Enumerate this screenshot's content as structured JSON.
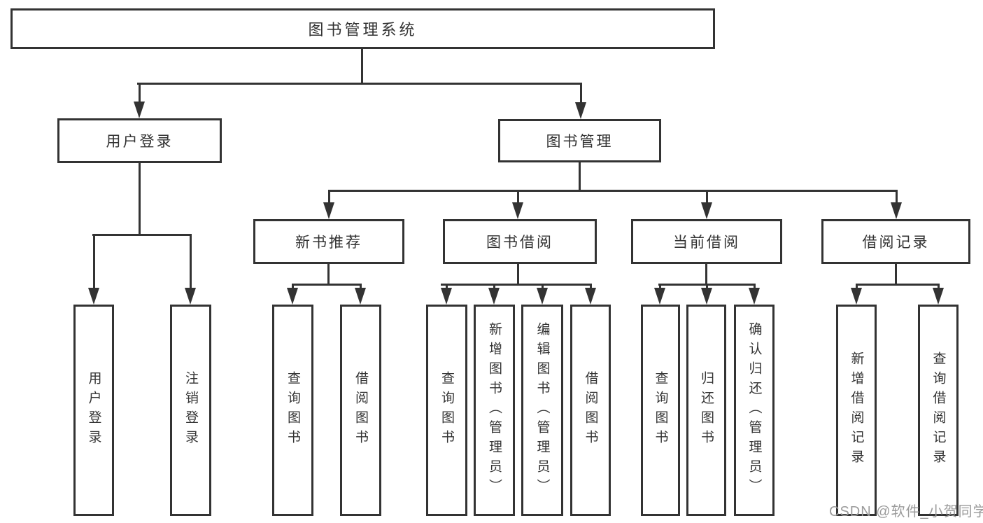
{
  "diagram": {
    "root": {
      "label": "图书管理系统"
    },
    "level2": [
      {
        "label": "用户登录"
      },
      {
        "label": "图书管理"
      }
    ],
    "level3": [
      {
        "label": "新书推荐",
        "parent": "图书管理"
      },
      {
        "label": "图书借阅",
        "parent": "图书管理"
      },
      {
        "label": "当前借阅",
        "parent": "图书管理"
      },
      {
        "label": "借阅记录",
        "parent": "图书管理"
      }
    ],
    "leaves": [
      {
        "label": "用户登录",
        "parent": "用户登录"
      },
      {
        "label": "注销登录",
        "parent": "用户登录"
      },
      {
        "label": "查询图书",
        "parent": "新书推荐"
      },
      {
        "label": "借阅图书",
        "parent": "新书推荐"
      },
      {
        "label": "查询图书",
        "parent": "图书借阅"
      },
      {
        "label": "新增图书（管理员）",
        "parent": "图书借阅"
      },
      {
        "label": "编辑图书（管理员）",
        "parent": "图书借阅"
      },
      {
        "label": "借阅图书",
        "parent": "图书借阅"
      },
      {
        "label": "查询图书",
        "parent": "当前借阅"
      },
      {
        "label": "归还图书",
        "parent": "当前借阅"
      },
      {
        "label": "确认归还（管理员）",
        "parent": "当前借阅"
      },
      {
        "label": "新增借阅记录",
        "parent": "借阅记录"
      },
      {
        "label": "查询借阅记录",
        "parent": "借阅记录"
      }
    ]
  },
  "watermark": {
    "text": "CSDN @软件_小贺同学"
  },
  "colors": {
    "line": "#333333",
    "text": "#333333",
    "box_fill": "#ffffff",
    "watermark_gray": "#9b9b9b",
    "background": "#ffffff"
  }
}
